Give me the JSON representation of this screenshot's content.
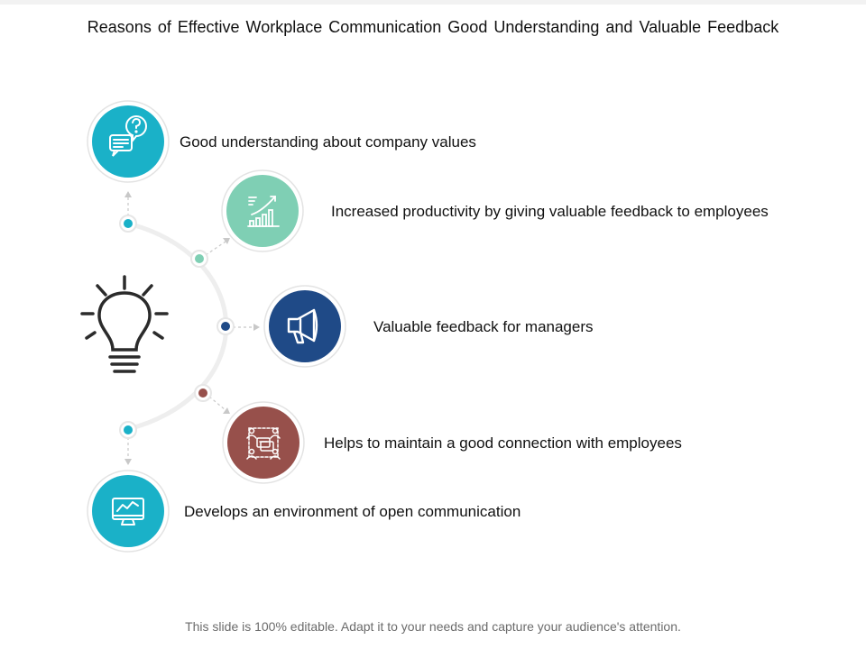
{
  "title": "Reasons of Effective Workplace Communication  Good Understanding  and Valuable  Feedback",
  "footer": "This slide is 100% editable. Adapt it to your needs and capture your audience's attention.",
  "center_icon": "lightbulb-icon",
  "items": [
    {
      "label": "Good understanding about company values",
      "icon": "question-chat-icon",
      "color": "#1ab1c8"
    },
    {
      "label": "Increased productivity by giving valuable feedback to employees",
      "icon": "growth-chart-icon",
      "color": "#7fcfb4"
    },
    {
      "label": "Valuable feedback for managers",
      "icon": "megaphone-icon",
      "color": "#1f4a87"
    },
    {
      "label": "Helps to  maintain a good connection with employees",
      "icon": "team-network-icon",
      "color": "#97504b"
    },
    {
      "label": "Develops an environment of open communication",
      "icon": "monitor-chart-icon",
      "color": "#1ab1c8"
    }
  ]
}
